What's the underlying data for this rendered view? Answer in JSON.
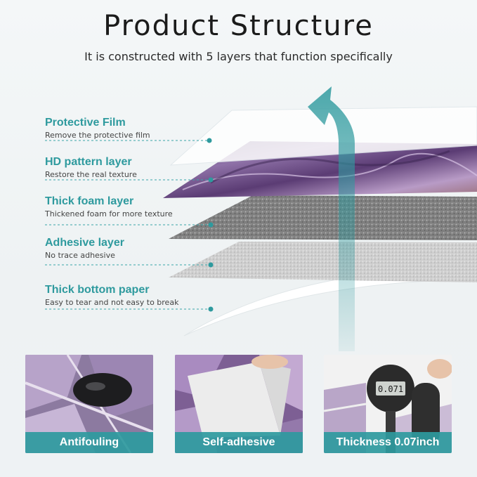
{
  "header": {
    "title": "Product Structure",
    "subtitle": "It is constructed with 5 layers that function specifically"
  },
  "layers": [
    {
      "name": "Protective Film",
      "description": "Remove the protective film"
    },
    {
      "name": "HD pattern layer",
      "description": "Restore the real texture"
    },
    {
      "name": "Thick foam layer",
      "description": "Thickened foam for more texture"
    },
    {
      "name": "Adhesive layer",
      "description": "No trace adhesive"
    },
    {
      "name": "Thick bottom paper",
      "description": "Easy to tear and not easy to break"
    }
  ],
  "features": [
    {
      "label": "Antifouling",
      "icon": "stain-icon"
    },
    {
      "label": "Self-adhesive",
      "icon": "peel-icon"
    },
    {
      "label": "Thickness 0.07inch",
      "icon": "caliper-icon"
    }
  ],
  "caliper_readout": "0.071",
  "colors": {
    "accent": "#2e9a9e",
    "marble_purple": "#7b5b8c",
    "foam_gray": "#8a8a8a"
  }
}
